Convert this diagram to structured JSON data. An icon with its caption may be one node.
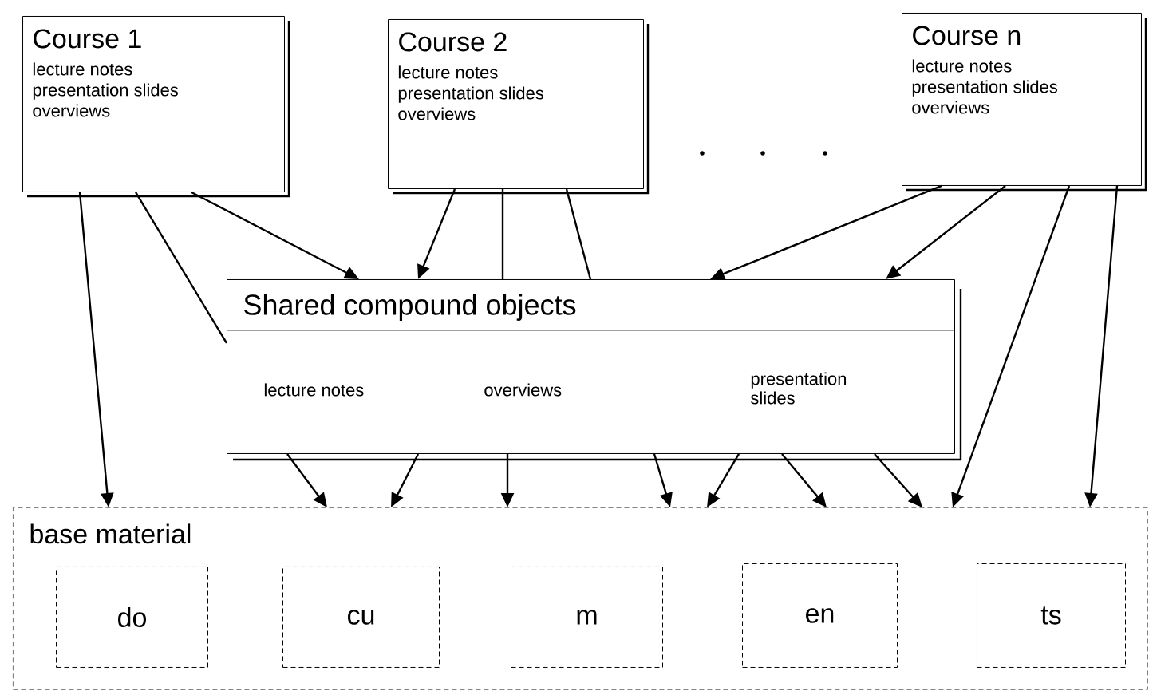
{
  "diagram": {
    "nodes": [
      {
        "text": [
          "Course 1",
          "lecture notes",
          "presentation slides",
          "overviews"
        ]
      },
      {
        "text": [
          "Course 2",
          "lecture notes",
          "presentation slides",
          "overviews"
        ]
      },
      {
        "text": [
          "Course n",
          "lecture notes",
          "presentation slides",
          "overviews"
        ]
      },
      {
        "text": [
          "Shared compound objects",
          "lecture notes",
          "overviews",
          "presentation slides"
        ]
      },
      {
        "text": [
          "base material"
        ]
      },
      {
        "text": [
          "do"
        ],
        "in": 4
      },
      {
        "text": [
          "cu"
        ],
        "in": 4
      },
      {
        "text": [
          "m"
        ],
        "in": 4
      },
      {
        "text": [
          "en"
        ],
        "in": 4
      },
      {
        "text": [
          "ts"
        ],
        "in": 4
      }
    ],
    "edges": [
      {
        "from": 0,
        "to": 4,
        "arrow": "to"
      },
      {
        "from": 0,
        "to": 3,
        "arrow": "none"
      },
      {
        "from": 0,
        "to": 3,
        "arrow": "to"
      },
      {
        "from": 1,
        "to": 3,
        "arrow": "to"
      },
      {
        "from": 1,
        "to": 3,
        "arrow": "none"
      },
      {
        "from": 1,
        "to": 3,
        "arrow": "none"
      },
      {
        "from": 2,
        "to": 3,
        "arrow": "to"
      },
      {
        "from": 2,
        "to": 3,
        "arrow": "to"
      },
      {
        "from": 2,
        "to": 4,
        "arrow": "to"
      },
      {
        "from": 2,
        "to": 4,
        "arrow": "to"
      },
      {
        "from": 3,
        "to": 4,
        "arrow": "to"
      },
      {
        "from": 3,
        "to": 4,
        "arrow": "to"
      },
      {
        "from": 3,
        "to": 4,
        "arrow": "to"
      },
      {
        "from": 3,
        "to": 4,
        "arrow": "to"
      },
      {
        "from": 3,
        "to": 4,
        "arrow": "to"
      },
      {
        "from": 3,
        "to": 4,
        "arrow": "to"
      },
      {
        "from": 3,
        "to": 4,
        "arrow": "to"
      }
    ]
  }
}
